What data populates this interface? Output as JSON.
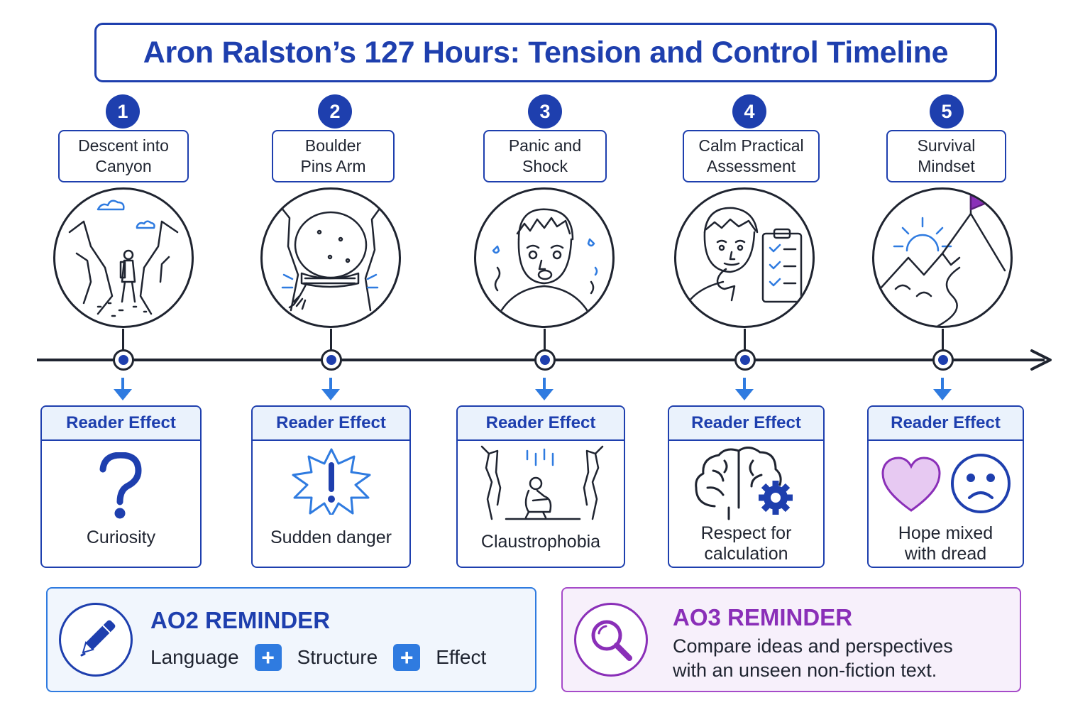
{
  "title": "Aron Ralston’s 127 Hours: Tension and Control Timeline",
  "stages": [
    {
      "number": "1",
      "label": "Descent into\nCanyon",
      "illustration": "canyon-hiker",
      "effect_header": "Reader Effect",
      "effect_icon": "question-mark",
      "effect_text": "Curiosity"
    },
    {
      "number": "2",
      "label": "Boulder\nPins Arm",
      "illustration": "boulder-arm",
      "effect_header": "Reader Effect",
      "effect_icon": "exclamation-burst",
      "effect_text": "Sudden danger"
    },
    {
      "number": "3",
      "label": "Panic and\nShock",
      "illustration": "panicked-face",
      "effect_header": "Reader Effect",
      "effect_icon": "trapped-figure",
      "effect_text": "Claustrophobia"
    },
    {
      "number": "4",
      "label": "Calm Practical\nAssessment",
      "illustration": "thinking-checklist",
      "effect_header": "Reader Effect",
      "effect_icon": "brain-gear",
      "effect_text": "Respect for\ncalculation"
    },
    {
      "number": "5",
      "label": "Survival\nMindset",
      "illustration": "sunrise-mountain-flag",
      "effect_header": "Reader Effect",
      "effect_icon": "heart-sad-face",
      "effect_text": "Hope mixed\nwith dread"
    }
  ],
  "ao2": {
    "title": "AO2 REMINDER",
    "items": [
      "Language",
      "Structure",
      "Effect"
    ],
    "plus": "+",
    "icon": "pencil-icon"
  },
  "ao3": {
    "title": "AO3 REMINDER",
    "body": "Compare ideas and perspectives\nwith an unseen non-fiction text.",
    "icon": "magnifier-icon"
  },
  "colors": {
    "primary": "#1e3fae",
    "accent_blue": "#2f7be0",
    "accent_purple": "#8a2fb8",
    "ink": "#1f2430"
  }
}
